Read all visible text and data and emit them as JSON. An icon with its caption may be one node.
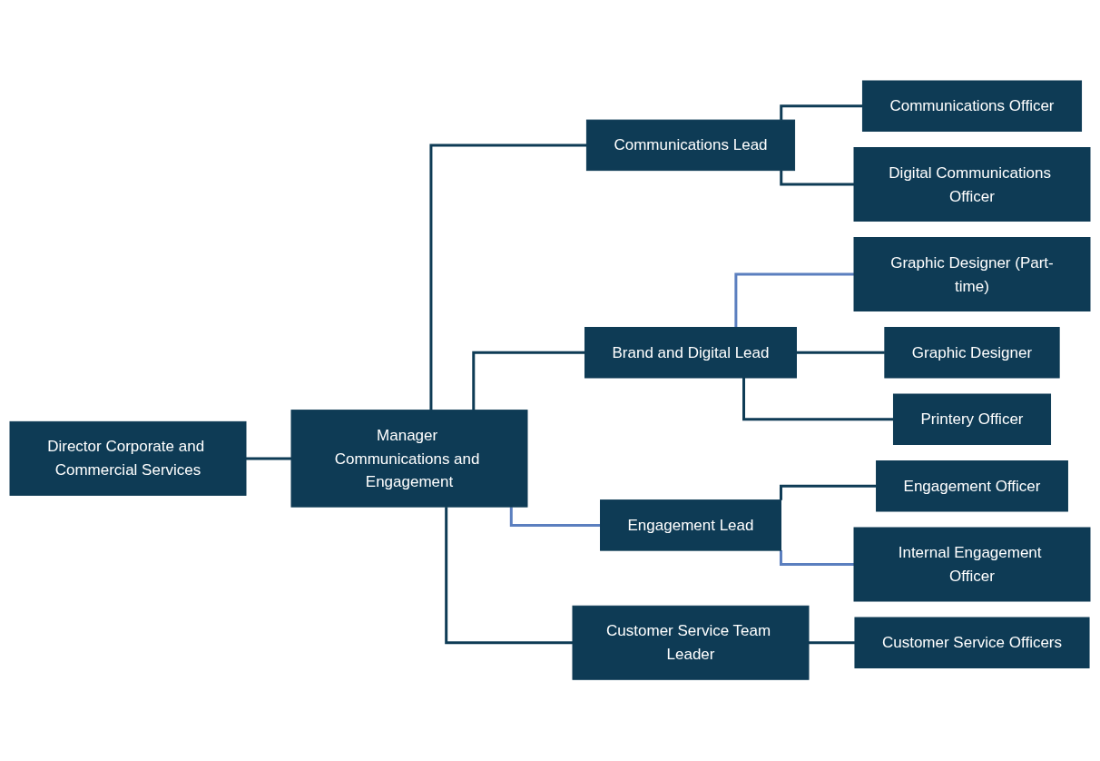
{
  "diagram": {
    "nodes": [
      {
        "text": [
          "Director Corporate and Commercial Services"
        ]
      },
      {
        "text": [
          "Manager Communications and Engagement"
        ]
      },
      {
        "text": [
          "Communications Lead"
        ]
      },
      {
        "text": [
          "Communications Officer"
        ]
      },
      {
        "text": [
          "Digital Communications Officer"
        ]
      },
      {
        "text": [
          "Brand and Digital Lead"
        ]
      },
      {
        "text": [
          "Graphic Designer (Part-time)"
        ]
      },
      {
        "text": [
          "Graphic Designer"
        ]
      },
      {
        "text": [
          "Printery Officer"
        ]
      },
      {
        "text": [
          "Engagement Lead"
        ]
      },
      {
        "text": [
          "Engagement Officer"
        ]
      },
      {
        "text": [
          "Internal Engagement Officer"
        ]
      },
      {
        "text": [
          "Customer Service Team Leader"
        ]
      },
      {
        "text": [
          "Customer Service Officers"
        ]
      }
    ],
    "edges": [
      {
        "from": 0,
        "to": 1,
        "arrow": "none"
      },
      {
        "from": 1,
        "to": 2,
        "arrow": "none"
      },
      {
        "from": 1,
        "to": 5,
        "arrow": "none"
      },
      {
        "from": 1,
        "to": 9,
        "arrow": "none",
        "color": "#5b7fbf"
      },
      {
        "from": 1,
        "to": 12,
        "arrow": "none"
      },
      {
        "from": 2,
        "to": 3,
        "arrow": "none"
      },
      {
        "from": 2,
        "to": 4,
        "arrow": "none"
      },
      {
        "from": 5,
        "to": 6,
        "arrow": "none",
        "color": "#5b7fbf"
      },
      {
        "from": 5,
        "to": 7,
        "arrow": "none"
      },
      {
        "from": 5,
        "to": 8,
        "arrow": "none"
      },
      {
        "from": 9,
        "to": 10,
        "arrow": "none"
      },
      {
        "from": 9,
        "to": 11,
        "arrow": "none",
        "color": "#5b7fbf"
      },
      {
        "from": 12,
        "to": 13,
        "arrow": "none"
      }
    ]
  }
}
